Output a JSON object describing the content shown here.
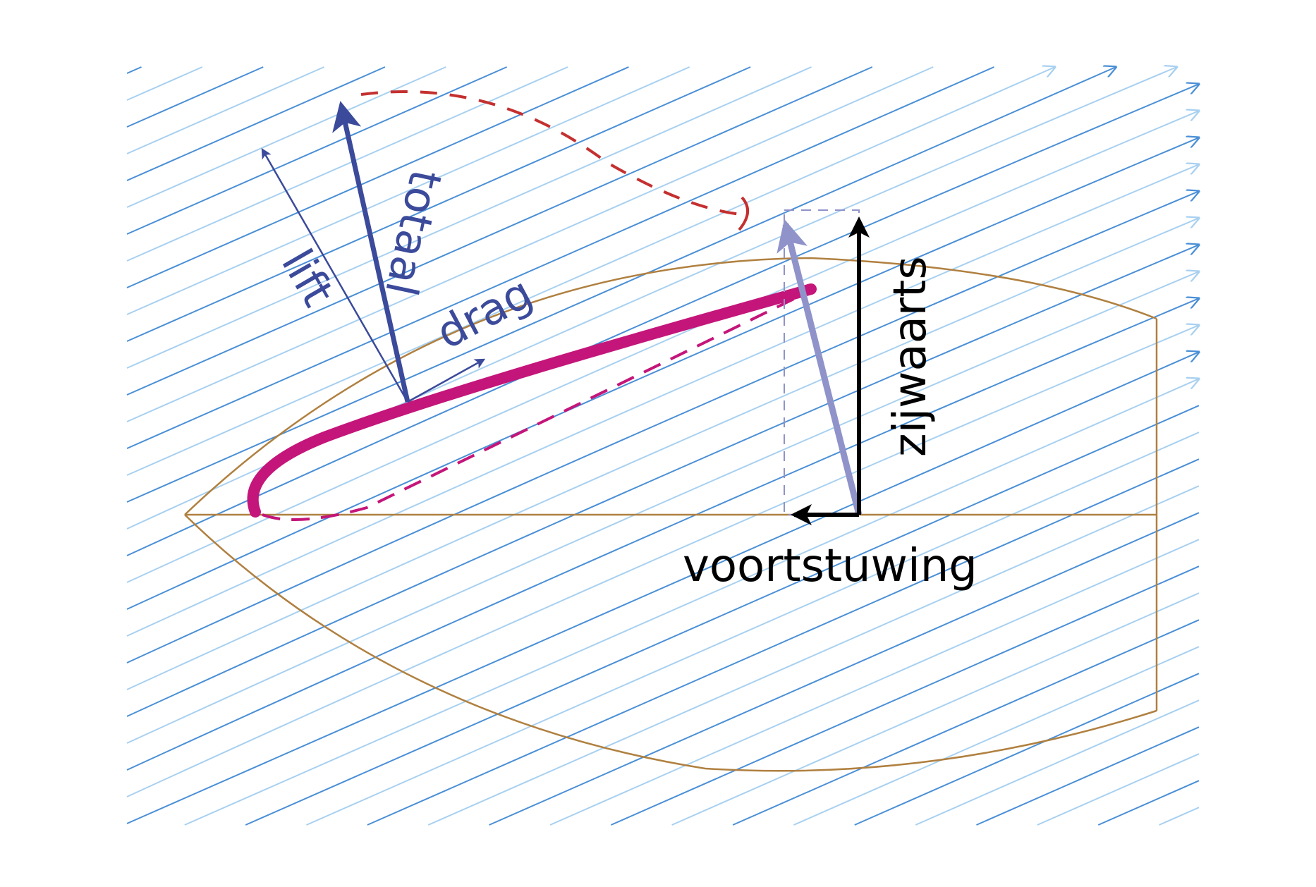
{
  "labels": {
    "lift": "lift",
    "total": "totaal",
    "drag": "drag",
    "sideways": "zijwaarts",
    "propulsion": "voortstuwing"
  },
  "colors": {
    "streamline_dark": "#4a8fd6",
    "streamline_light": "#a8d0f0",
    "hull": "#b08040",
    "sail": "#c4157a",
    "force_blue": "#3b4a9a",
    "resultant_faded": "#8f93c9",
    "rotation_arc": "#c43030",
    "black": "#000000"
  }
}
